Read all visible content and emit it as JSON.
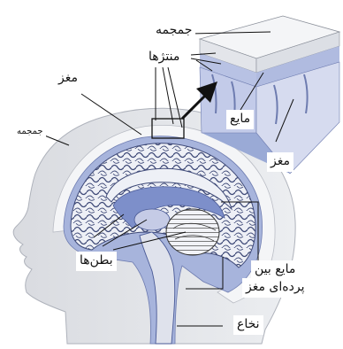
{
  "labels": {
    "skull_top": "جمجمه",
    "meninges": "منتژها",
    "brain_left": "مغز",
    "skull_left": "جمجمه",
    "fluid": "مایع",
    "brain_right": "مغز",
    "ventricles": "بطن‌ها",
    "csf_line1": "مایع بین",
    "csf_line2": "پرده‌ای مغز",
    "spinal_cord": "نخاع"
  }
}
